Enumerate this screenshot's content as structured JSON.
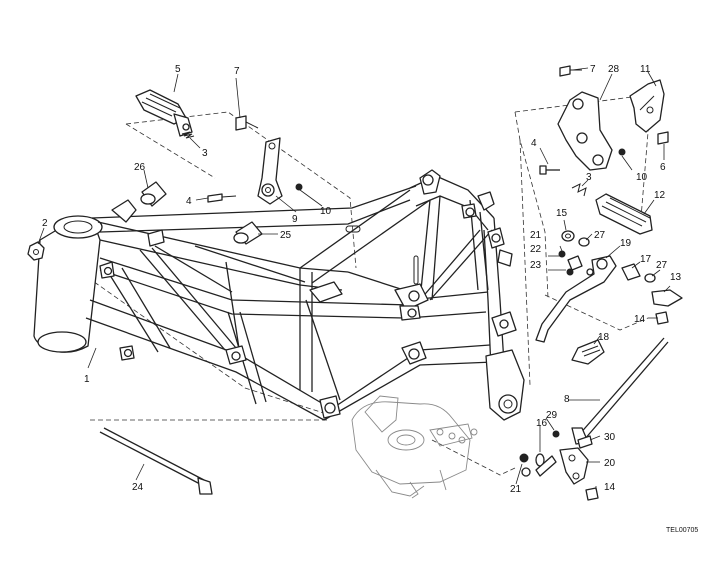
{
  "drawing_code": "TEL00705",
  "callouts": {
    "c1": "1",
    "c2": "2",
    "c3a": "3",
    "c3b": "3",
    "c4a": "4",
    "c4b": "4",
    "c5": "5",
    "c6": "6",
    "c7a": "7",
    "c7b": "7",
    "c8": "8",
    "c9": "9",
    "c10a": "10",
    "c10b": "10",
    "c11": "11",
    "c12": "12",
    "c13": "13",
    "c14a": "14",
    "c14b": "14",
    "c15": "15",
    "c16": "16",
    "c17": "17",
    "c18": "18",
    "c19": "19",
    "c20": "20",
    "c21a": "21",
    "c21b": "21",
    "c22": "22",
    "c23": "23",
    "c24": "24",
    "c25": "25",
    "c26": "26",
    "c27a": "27",
    "c27b": "27",
    "c28": "28",
    "c29": "29",
    "c30": "30"
  },
  "colors": {
    "line": "#222222",
    "background": "#ffffff",
    "faint": "#8a8a8a"
  }
}
